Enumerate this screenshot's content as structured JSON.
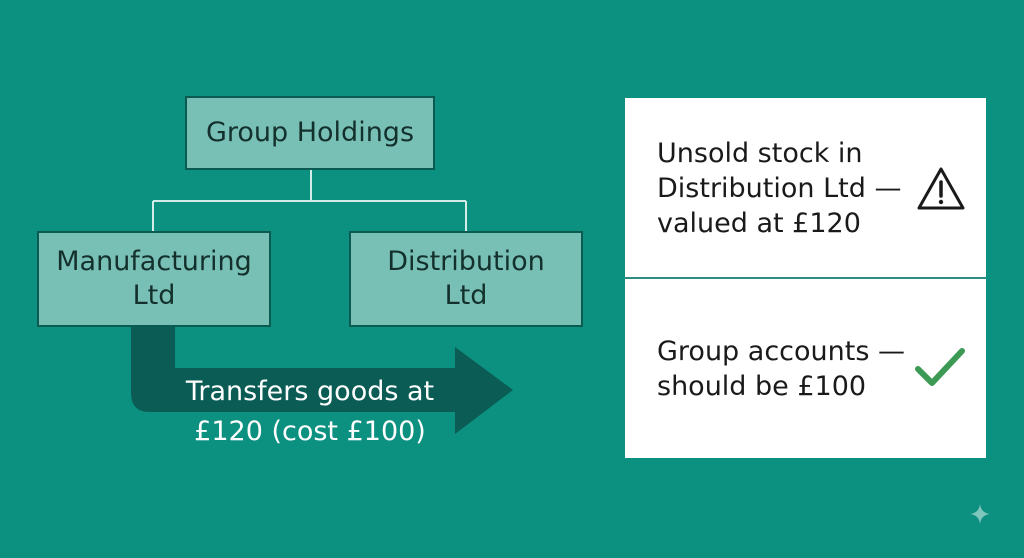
{
  "nodes": {
    "group": "Group Holdings",
    "manufacturing": "Manufacturing\nLtd",
    "distribution": "Distribution\nLtd"
  },
  "transfer": {
    "line1": "Transfers goods at",
    "line2": "£120 (cost £100)"
  },
  "panel": {
    "warning_text": "Unsold stock in\nDistribution Ltd —\nvalued at £120",
    "check_text": "Group accounts —\nshould be £100"
  },
  "colors": {
    "background": "#0c9080",
    "node_fill": "#78c0b6",
    "node_border": "#0a5a52",
    "arrow": "#0b5c55",
    "panel": "#ffffff",
    "check": "#3d9a55"
  },
  "icons": {
    "warning": "warning-triangle-icon",
    "check": "checkmark-icon",
    "sparkle": "sparkle-icon"
  }
}
